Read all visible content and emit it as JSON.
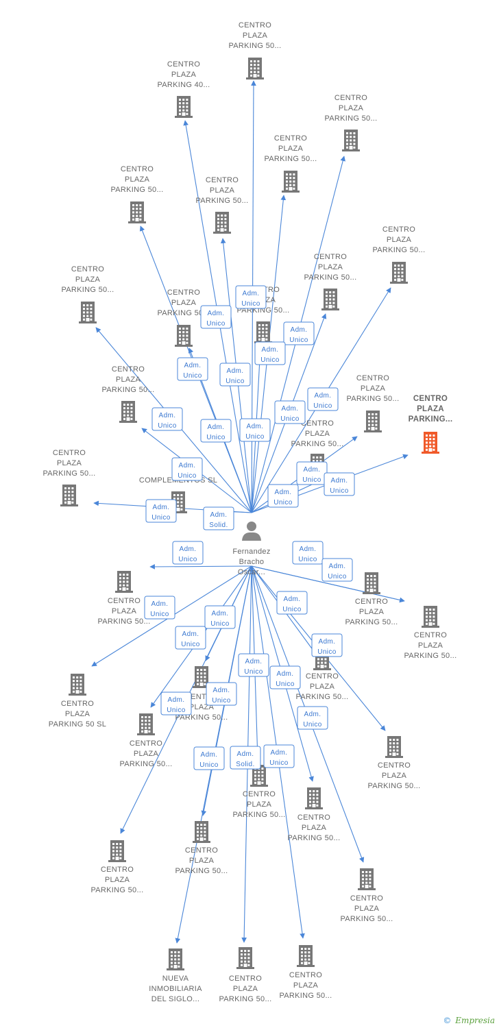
{
  "center": {
    "lines": [
      "Fernandez",
      "Bracho",
      "Oscar..."
    ],
    "icon": "person-icon"
  },
  "nodes": [
    {
      "id": "n1",
      "lines": [
        "CENTRO",
        "PLAZA",
        "PARKING 50..."
      ],
      "focus": false
    },
    {
      "id": "n2",
      "lines": [
        "CENTRO",
        "PLAZA",
        "PARKING 40..."
      ],
      "focus": false
    },
    {
      "id": "n3",
      "lines": [
        "CENTRO",
        "PLAZA",
        "PARKING 50..."
      ],
      "focus": false
    },
    {
      "id": "n4",
      "lines": [
        "CENTRO",
        "PLAZA",
        "PARKING 50..."
      ],
      "focus": false
    },
    {
      "id": "n5",
      "lines": [
        "CENTRO",
        "PLAZA",
        "PARKING 50..."
      ],
      "focus": false
    },
    {
      "id": "n6",
      "lines": [
        "CENTRO",
        "PLAZA",
        "PARKING 50..."
      ],
      "focus": false
    },
    {
      "id": "n7",
      "lines": [
        "CENTRO",
        "PLAZA",
        "PARKING 50..."
      ],
      "focus": false
    },
    {
      "id": "n8",
      "lines": [
        "CENTRO",
        "PLAZA",
        "PARKING 50..."
      ],
      "focus": false
    },
    {
      "id": "n9",
      "lines": [
        "CENTRO",
        "PLAZA",
        "PARKING 50..."
      ],
      "focus": false
    },
    {
      "id": "n10",
      "lines": [
        "CENTRO",
        "PLAZA",
        "PARKING 50..."
      ],
      "focus": false
    },
    {
      "id": "n11",
      "lines": [
        "CENTRO",
        "PLAZA",
        "PARKING 50..."
      ],
      "focus": false
    },
    {
      "id": "n12",
      "lines": [
        "CENTRO",
        "PLAZA",
        "PARKING 50..."
      ],
      "focus": false
    },
    {
      "id": "n13",
      "lines": [
        "CENTRO",
        "PLAZA",
        "PARKING 50..."
      ],
      "focus": false
    },
    {
      "id": "n14",
      "lines": [
        "CENTRO",
        "PLAZA",
        "PARKING..."
      ],
      "focus": true
    },
    {
      "id": "n15",
      "lines": [
        "CENTRO",
        "PLAZA",
        "PARKING 50..."
      ],
      "focus": false
    },
    {
      "id": "n16",
      "lines": [
        "CENTRO",
        "PLAZA",
        "PARKING 50..."
      ],
      "focus": false
    },
    {
      "id": "n17",
      "lines": [
        "VA",
        "COMPLEMENTOS SL"
      ],
      "focus": false
    },
    {
      "id": "n18",
      "lines": [
        "CENTRO",
        "PLAZA",
        "PARKING 50..."
      ],
      "focus": false
    },
    {
      "id": "n19",
      "lines": [
        "CENTRO",
        "PLAZA",
        "PARKING 50..."
      ],
      "focus": false
    },
    {
      "id": "n20",
      "lines": [
        "CENTRO",
        "PLAZA",
        "PARKING 50..."
      ],
      "focus": false
    },
    {
      "id": "n21",
      "lines": [
        "CENTRO",
        "PLAZA",
        "PARKING 50 SL"
      ],
      "focus": false
    },
    {
      "id": "n22",
      "lines": [
        "CENTRO",
        "PLAZA",
        "PARKING 50..."
      ],
      "focus": false
    },
    {
      "id": "n23",
      "lines": [
        "CENTRO",
        "PLAZA",
        "PARKING 50..."
      ],
      "focus": false
    },
    {
      "id": "n24",
      "lines": [
        "CENTRO",
        "PLAZA",
        "PARKING 50..."
      ],
      "focus": false
    },
    {
      "id": "n25",
      "lines": [
        "CENTRO",
        "PLAZA",
        "PARKING 50..."
      ],
      "focus": false
    },
    {
      "id": "n26",
      "lines": [
        "CENTRO",
        "PLAZA",
        "PARKING 50..."
      ],
      "focus": false
    },
    {
      "id": "n27",
      "lines": [
        "CENTRO",
        "PLAZA",
        "PARKING 50..."
      ],
      "focus": false
    },
    {
      "id": "n28",
      "lines": [
        "CENTRO",
        "PLAZA",
        "PARKING 50..."
      ],
      "focus": false
    },
    {
      "id": "n29",
      "lines": [
        "CENTRO",
        "PLAZA",
        "PARKING 50..."
      ],
      "focus": false
    },
    {
      "id": "n30",
      "lines": [
        "CENTRO",
        "PLAZA",
        "PARKING 50..."
      ],
      "focus": false
    },
    {
      "id": "n31",
      "lines": [
        "NUEVA",
        "INMOBILIARIA",
        "DEL SIGLO..."
      ],
      "focus": false
    },
    {
      "id": "n32",
      "lines": [
        "CENTRO",
        "PLAZA",
        "PARKING 50..."
      ],
      "focus": false
    },
    {
      "id": "n33",
      "lines": [
        "CENTRO",
        "PLAZA",
        "PARKING 50..."
      ],
      "focus": false
    }
  ],
  "relations": [
    {
      "lines": [
        "Adm.",
        "Unico"
      ]
    },
    {
      "lines": [
        "Adm.",
        "Unico"
      ]
    },
    {
      "lines": [
        "Adm.",
        "Unico"
      ]
    },
    {
      "lines": [
        "Adm.",
        "Unico"
      ]
    },
    {
      "lines": [
        "Adm.",
        "Unico"
      ]
    },
    {
      "lines": [
        "Adm.",
        "Unico"
      ]
    },
    {
      "lines": [
        "Adm.",
        "Unico"
      ]
    },
    {
      "lines": [
        "Adm.",
        "Unico"
      ]
    },
    {
      "lines": [
        "Adm.",
        "Unico"
      ]
    },
    {
      "lines": [
        "Adm.",
        "Unico"
      ]
    },
    {
      "lines": [
        "Adm.",
        "Unico"
      ]
    },
    {
      "lines": [
        "Adm.",
        "Unico"
      ]
    },
    {
      "lines": [
        "Adm.",
        "Unico"
      ]
    },
    {
      "lines": [
        "Adm.",
        "Unico"
      ]
    },
    {
      "lines": [
        "Adm.",
        "Unico"
      ]
    },
    {
      "lines": [
        "Adm.",
        "Unico"
      ]
    },
    {
      "lines": [
        "Adm.",
        "Solid."
      ]
    },
    {
      "lines": [
        "Adm.",
        "Unico"
      ]
    },
    {
      "lines": [
        "Adm.",
        "Unico"
      ]
    },
    {
      "lines": [
        "Adm.",
        "Unico"
      ]
    },
    {
      "lines": [
        "Adm.",
        "Unico"
      ]
    },
    {
      "lines": [
        "Adm.",
        "Unico"
      ]
    },
    {
      "lines": [
        "Adm.",
        "Unico"
      ]
    },
    {
      "lines": [
        "Adm.",
        "Unico"
      ]
    },
    {
      "lines": [
        "Adm.",
        "Unico"
      ]
    },
    {
      "lines": [
        "Adm.",
        "Unico"
      ]
    },
    {
      "lines": [
        "Adm.",
        "Unico"
      ]
    },
    {
      "lines": [
        "Adm.",
        "Unico"
      ]
    },
    {
      "lines": [
        "Adm.",
        "Unico"
      ]
    },
    {
      "lines": [
        "Adm.",
        "Unico"
      ]
    },
    {
      "lines": [
        "Adm.",
        "Unico"
      ]
    },
    {
      "lines": [
        "Adm.",
        "Solid."
      ]
    },
    {
      "lines": [
        "Adm.",
        "Unico"
      ]
    }
  ],
  "colors": {
    "edge": "#4a86d8",
    "building": "#777777",
    "focus_building": "#f05a2a",
    "person": "#888888"
  },
  "brand": {
    "copyright": "©",
    "name": "Empresia"
  }
}
